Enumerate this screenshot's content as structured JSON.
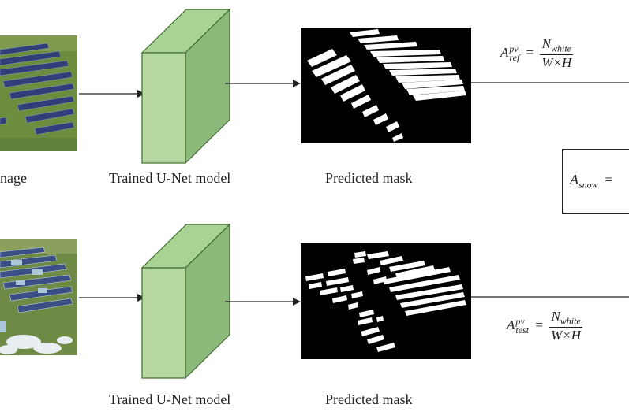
{
  "row1": {
    "input_caption": "nage",
    "model_caption": "Trained U-Net model",
    "mask_caption": "Predicted mask",
    "formula": {
      "symbol": "A",
      "sup": "pv",
      "sub": "ref",
      "eq": "=",
      "num_main": "N",
      "num_sub": "white",
      "den": "W×H"
    }
  },
  "row2": {
    "model_caption": "Trained U-Net model",
    "mask_caption": "Predicted mask",
    "formula": {
      "symbol": "A",
      "sup": "pv",
      "sub": "test",
      "eq": "=",
      "num_main": "N",
      "num_sub": "white",
      "den": "W×H"
    }
  },
  "result": {
    "symbol": "A",
    "sub": "snow",
    "eq": "="
  },
  "colors": {
    "box_front": "#b5d9a0",
    "box_top": "#a9d395",
    "box_side": "#8bb97a",
    "box_stroke": "#3f6b2f",
    "mask_bg": "#000000",
    "mask_fg": "#ffffff"
  }
}
